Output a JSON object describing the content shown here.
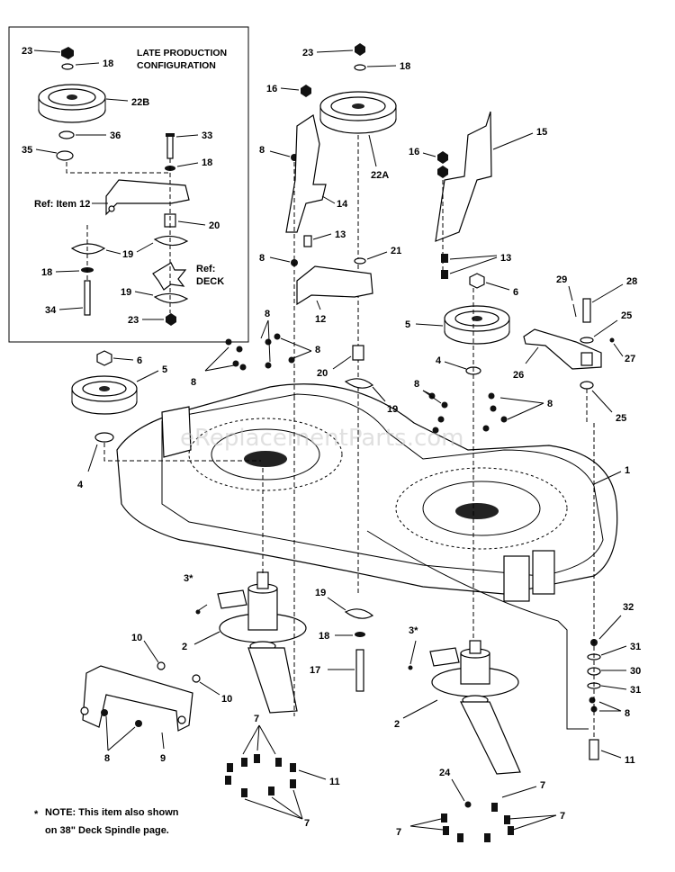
{
  "inset": {
    "title_line1": "LATE PRODUCTION",
    "title_line2": "CONFIGURATION",
    "ref_item": "Ref: Item 12",
    "ref_deck_1": "Ref:",
    "ref_deck_2": "DECK"
  },
  "watermark": "eReplacementParts.com",
  "note": {
    "star": "*",
    "line1": "NOTE: This item also shown",
    "line2": "on 38\" Deck Spindle page."
  },
  "labels": {
    "i23a": "23",
    "i18a": "18",
    "i22b": "22B",
    "i36": "36",
    "i35": "35",
    "i33": "33",
    "i18b": "18",
    "i20a": "20",
    "i19a": "19",
    "i18c": "18",
    "i34": "34",
    "i19b": "19",
    "i23b": "23",
    "m23": "23",
    "m18": "18",
    "m16a": "16",
    "m8a": "8",
    "m22a": "22A",
    "m14": "14",
    "m13a": "13",
    "m8b": "8",
    "m21": "21",
    "m12": "12",
    "m16b": "16",
    "m15": "15",
    "m13b": "13",
    "m6a": "6",
    "m29": "29",
    "m28": "28",
    "m5a": "5",
    "m25a": "25",
    "m27": "27",
    "m4a": "4",
    "m26": "26",
    "m25b": "25",
    "m8c": "8",
    "m8d": "8",
    "m8e": "8",
    "m20": "20",
    "m19": "19",
    "m8f": "8",
    "m6b": "6",
    "m5b": "5",
    "m8g": "8",
    "m4b": "4",
    "m1": "1",
    "m3a": "3*",
    "m19b": "19",
    "m2a": "2",
    "m18b": "18",
    "m10a": "10",
    "m17": "17",
    "m3b": "3*",
    "m32": "32",
    "m31a": "31",
    "m30": "30",
    "m31b": "31",
    "m8h": "8",
    "m10b": "10",
    "m2b": "2",
    "m8i": "8",
    "m9": "9",
    "m7a": "7",
    "m11a": "11",
    "m7b": "7",
    "m24": "24",
    "m7c": "7",
    "m11b": "11",
    "m7d": "7",
    "m7e": "7"
  }
}
